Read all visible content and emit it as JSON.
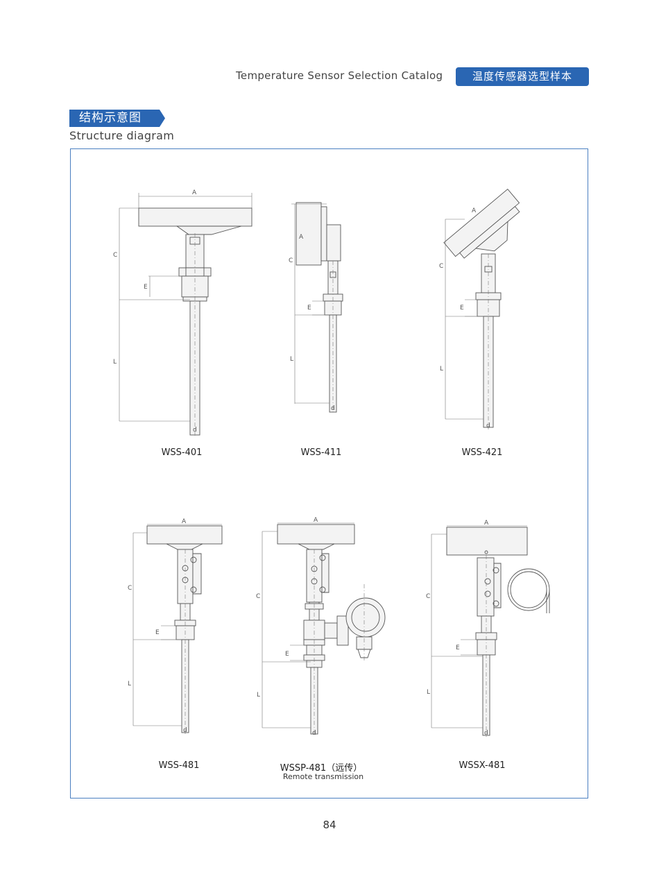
{
  "header": {
    "title_en": "Temperature Sensor Selection Catalog",
    "title_cn": "温度传感器选型样本"
  },
  "section": {
    "title_cn": "结构示意图",
    "title_en": "Structure diagram"
  },
  "diagrams": [
    {
      "model": "WSS-401"
    },
    {
      "model": "WSS-411"
    },
    {
      "model": "WSS-421"
    },
    {
      "model": "WSS-481"
    },
    {
      "model": "WSSP-481（远传）",
      "subtitle": "Remote transmission"
    },
    {
      "model": "WSSX-481"
    }
  ],
  "dim_labels": {
    "A": "A",
    "C": "C",
    "E": "E",
    "L": "L",
    "d": "d"
  },
  "page_number": "84",
  "colors": {
    "accent": "#2a66b3",
    "frame": "#4a7fc1"
  }
}
